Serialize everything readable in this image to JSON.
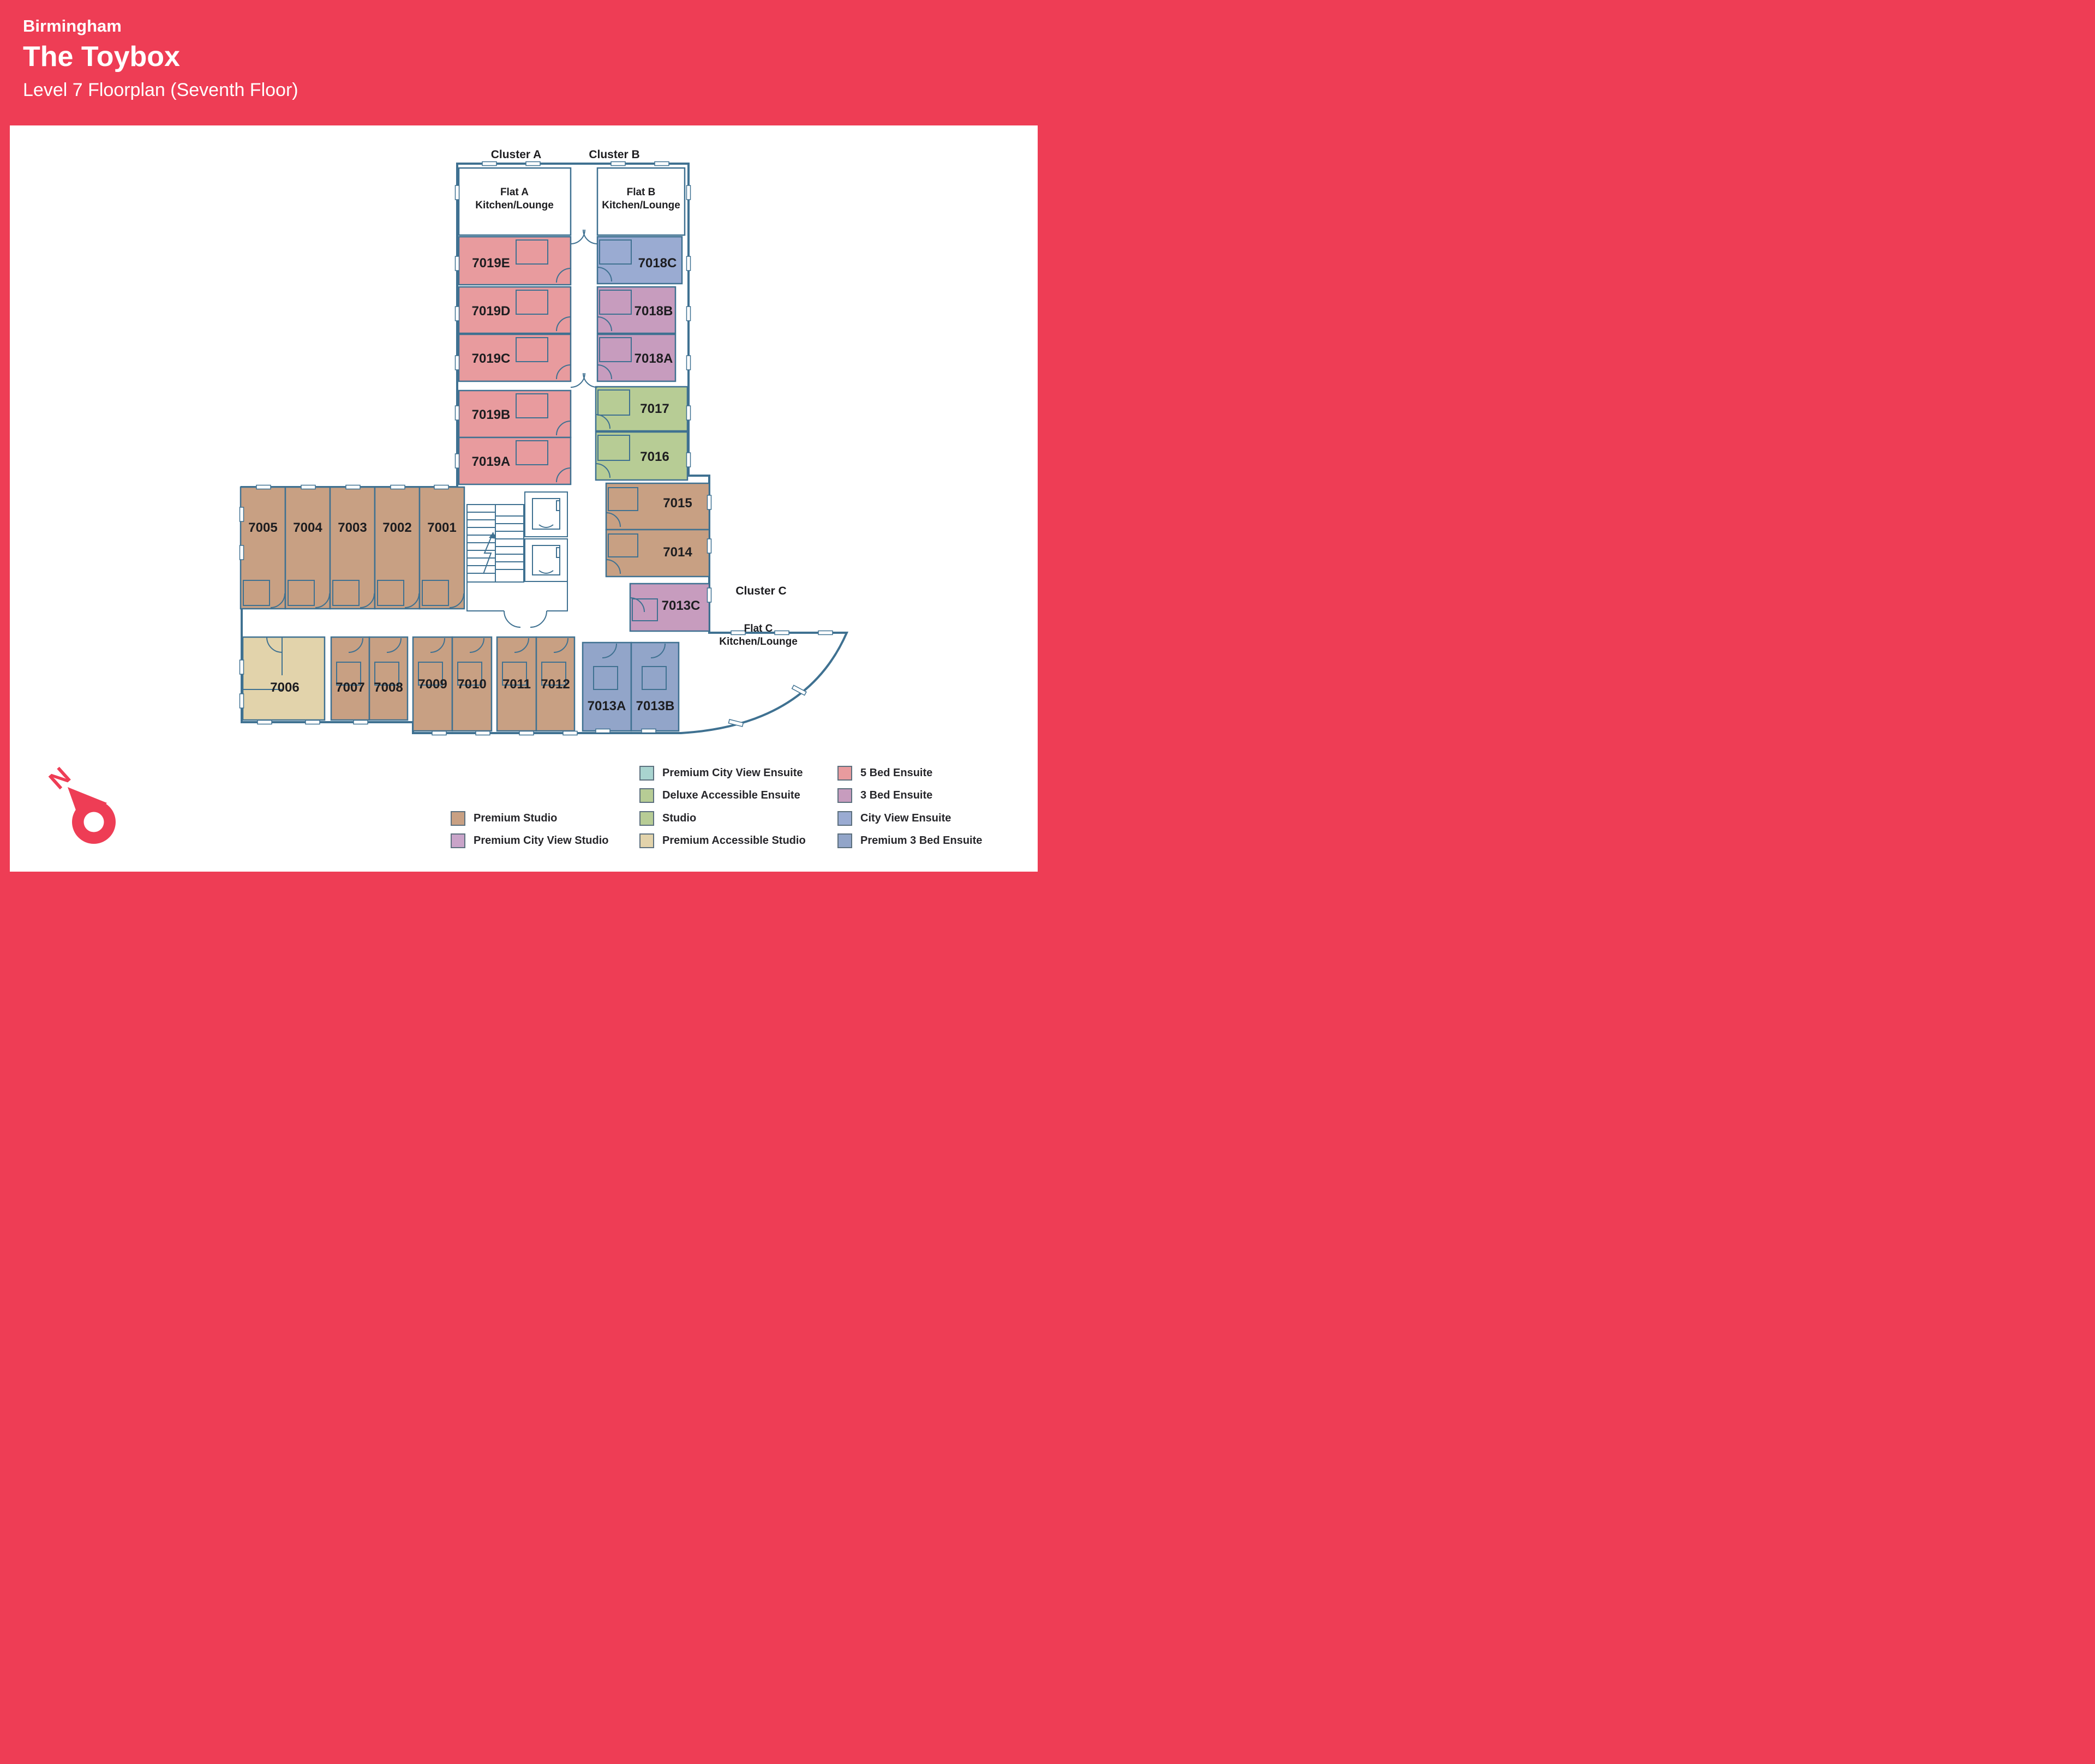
{
  "header": {
    "location": "Birmingham",
    "building": "The Toybox",
    "subtitle": "Level 7 Floorplan (Seventh Floor)"
  },
  "labels": {
    "cluster_a": "Cluster A",
    "cluster_b": "Cluster B",
    "cluster_c": "Cluster C",
    "flat_a": "Flat A",
    "flat_b": "Flat B",
    "flat_c": "Flat C",
    "kitchen_lounge": "Kitchen/Lounge",
    "north": "N"
  },
  "colors": {
    "frame_red": "#ee3d55",
    "wall_blue": "#3f7191",
    "text_dark": "#1d1d20"
  },
  "legend": {
    "ps": {
      "label": "Premium Studio",
      "color": "#c8a083"
    },
    "pcvs": {
      "label": "Premium City View Studio",
      "color": "#c9a4c9"
    },
    "pcve": {
      "label": "Premium City View Ensuite",
      "color": "#a9d4cf"
    },
    "dae": {
      "label": "Deluxe Accessible Ensuite",
      "color": "#b7cc95"
    },
    "st": {
      "label": "Studio",
      "color": "#b7cc95"
    },
    "pas": {
      "label": "Premium Accessible Studio",
      "color": "#e2d3ab"
    },
    "b5": {
      "label": "5 Bed Ensuite",
      "color": "#e89b9e"
    },
    "b3": {
      "label": "3 Bed Ensuite",
      "color": "#c79cbe"
    },
    "cve": {
      "label": "City View Ensuite",
      "color": "#9aabd2"
    },
    "p3e": {
      "label": "Premium 3 Bed Ensuite",
      "color": "#92a5c9"
    }
  },
  "rooms": {
    "7001": {
      "label": "7001",
      "type": "Premium Studio"
    },
    "7002": {
      "label": "7002",
      "type": "Premium Studio"
    },
    "7003": {
      "label": "7003",
      "type": "Premium Studio"
    },
    "7004": {
      "label": "7004",
      "type": "Premium Studio"
    },
    "7005": {
      "label": "7005",
      "type": "Premium Studio"
    },
    "7006": {
      "label": "7006",
      "type": "Premium Accessible Studio"
    },
    "7007": {
      "label": "7007",
      "type": "Premium Studio"
    },
    "7008": {
      "label": "7008",
      "type": "Premium Studio"
    },
    "7009": {
      "label": "7009",
      "type": "Premium Studio"
    },
    "7010": {
      "label": "7010",
      "type": "Premium Studio"
    },
    "7011": {
      "label": "7011",
      "type": "Premium Studio"
    },
    "7012": {
      "label": "7012",
      "type": "Premium Studio"
    },
    "7013A": {
      "label": "7013A",
      "type": "Premium 3 Bed Ensuite"
    },
    "7013B": {
      "label": "7013B",
      "type": "Premium 3 Bed Ensuite"
    },
    "7013C": {
      "label": "7013C",
      "type": "3 Bed Ensuite"
    },
    "7014": {
      "label": "7014",
      "type": "Premium Studio"
    },
    "7015": {
      "label": "7015",
      "type": "Premium Studio"
    },
    "7016": {
      "label": "7016",
      "type": "Studio"
    },
    "7017": {
      "label": "7017",
      "type": "Studio"
    },
    "7018A": {
      "label": "7018A",
      "type": "3 Bed Ensuite"
    },
    "7018B": {
      "label": "7018B",
      "type": "3 Bed Ensuite"
    },
    "7018C": {
      "label": "7018C",
      "type": "City View Ensuite"
    },
    "7019A": {
      "label": "7019A",
      "type": "5 Bed Ensuite"
    },
    "7019B": {
      "label": "7019B",
      "type": "5 Bed Ensuite"
    },
    "7019C": {
      "label": "7019C",
      "type": "5 Bed Ensuite"
    },
    "7019D": {
      "label": "7019D",
      "type": "5 Bed Ensuite"
    },
    "7019E": {
      "label": "7019E",
      "type": "5 Bed Ensuite"
    }
  }
}
